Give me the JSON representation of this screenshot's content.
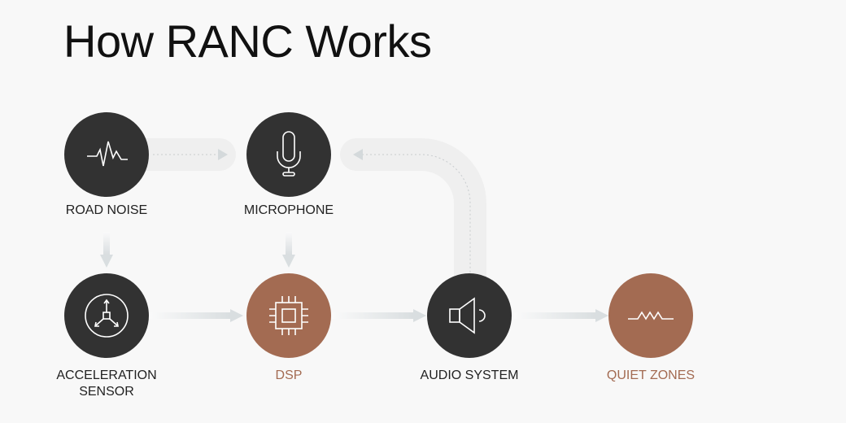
{
  "title": "How RANC Works",
  "colors": {
    "dark": "#323232",
    "accent": "#a36b52",
    "connector": "#dfe3e4"
  },
  "nodes": [
    {
      "id": "road-noise",
      "label": "ROAD NOISE",
      "icon": "waveform-icon"
    },
    {
      "id": "microphone",
      "label": "MICROPHONE",
      "icon": "microphone-icon"
    },
    {
      "id": "acceleration-sensor",
      "label_line1": "ACCELERATION",
      "label_line2": "SENSOR",
      "icon": "axes-sensor-icon"
    },
    {
      "id": "dsp",
      "label": "DSP",
      "icon": "chip-icon"
    },
    {
      "id": "audio-system",
      "label": "AUDIO SYSTEM",
      "icon": "speaker-icon"
    },
    {
      "id": "quiet-zones",
      "label": "QUIET ZONES",
      "icon": "flat-wave-icon"
    }
  ]
}
